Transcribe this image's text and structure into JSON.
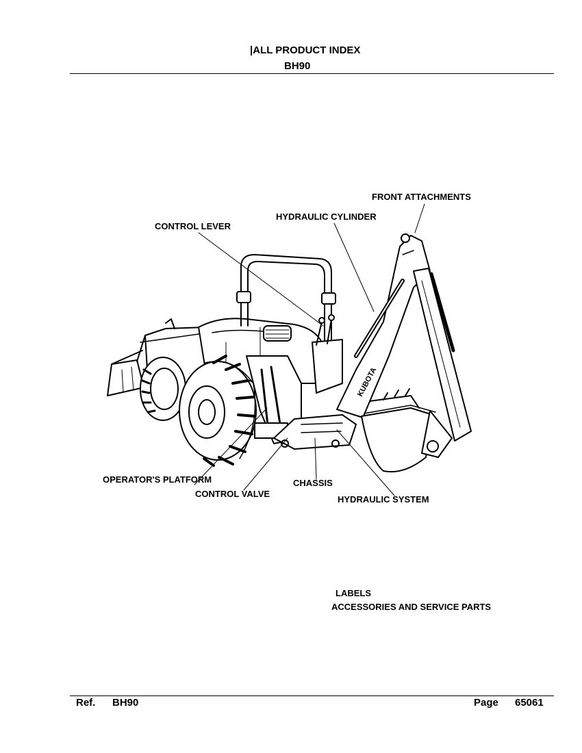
{
  "header": {
    "title": "|ALL PRODUCT INDEX",
    "model": "BH90"
  },
  "diagram": {
    "brand_mark": "KUBOTA",
    "callouts": {
      "front_attachments": "FRONT ATTACHMENTS",
      "hydraulic_cylinder": "HYDRAULIC CYLINDER",
      "control_lever": "CONTROL LEVER",
      "operators_platform": "OPERATOR'S PLATFORM",
      "control_valve": "CONTROL VALVE",
      "chassis": "CHASSIS",
      "hydraulic_system": "HYDRAULIC SYSTEM"
    }
  },
  "index_links": {
    "labels": "LABELS",
    "accessories": "ACCESSORIES AND SERVICE PARTS"
  },
  "footer": {
    "ref_label": "Ref.",
    "ref_value": "BH90",
    "page_label": "Page",
    "page_value": "65061"
  }
}
